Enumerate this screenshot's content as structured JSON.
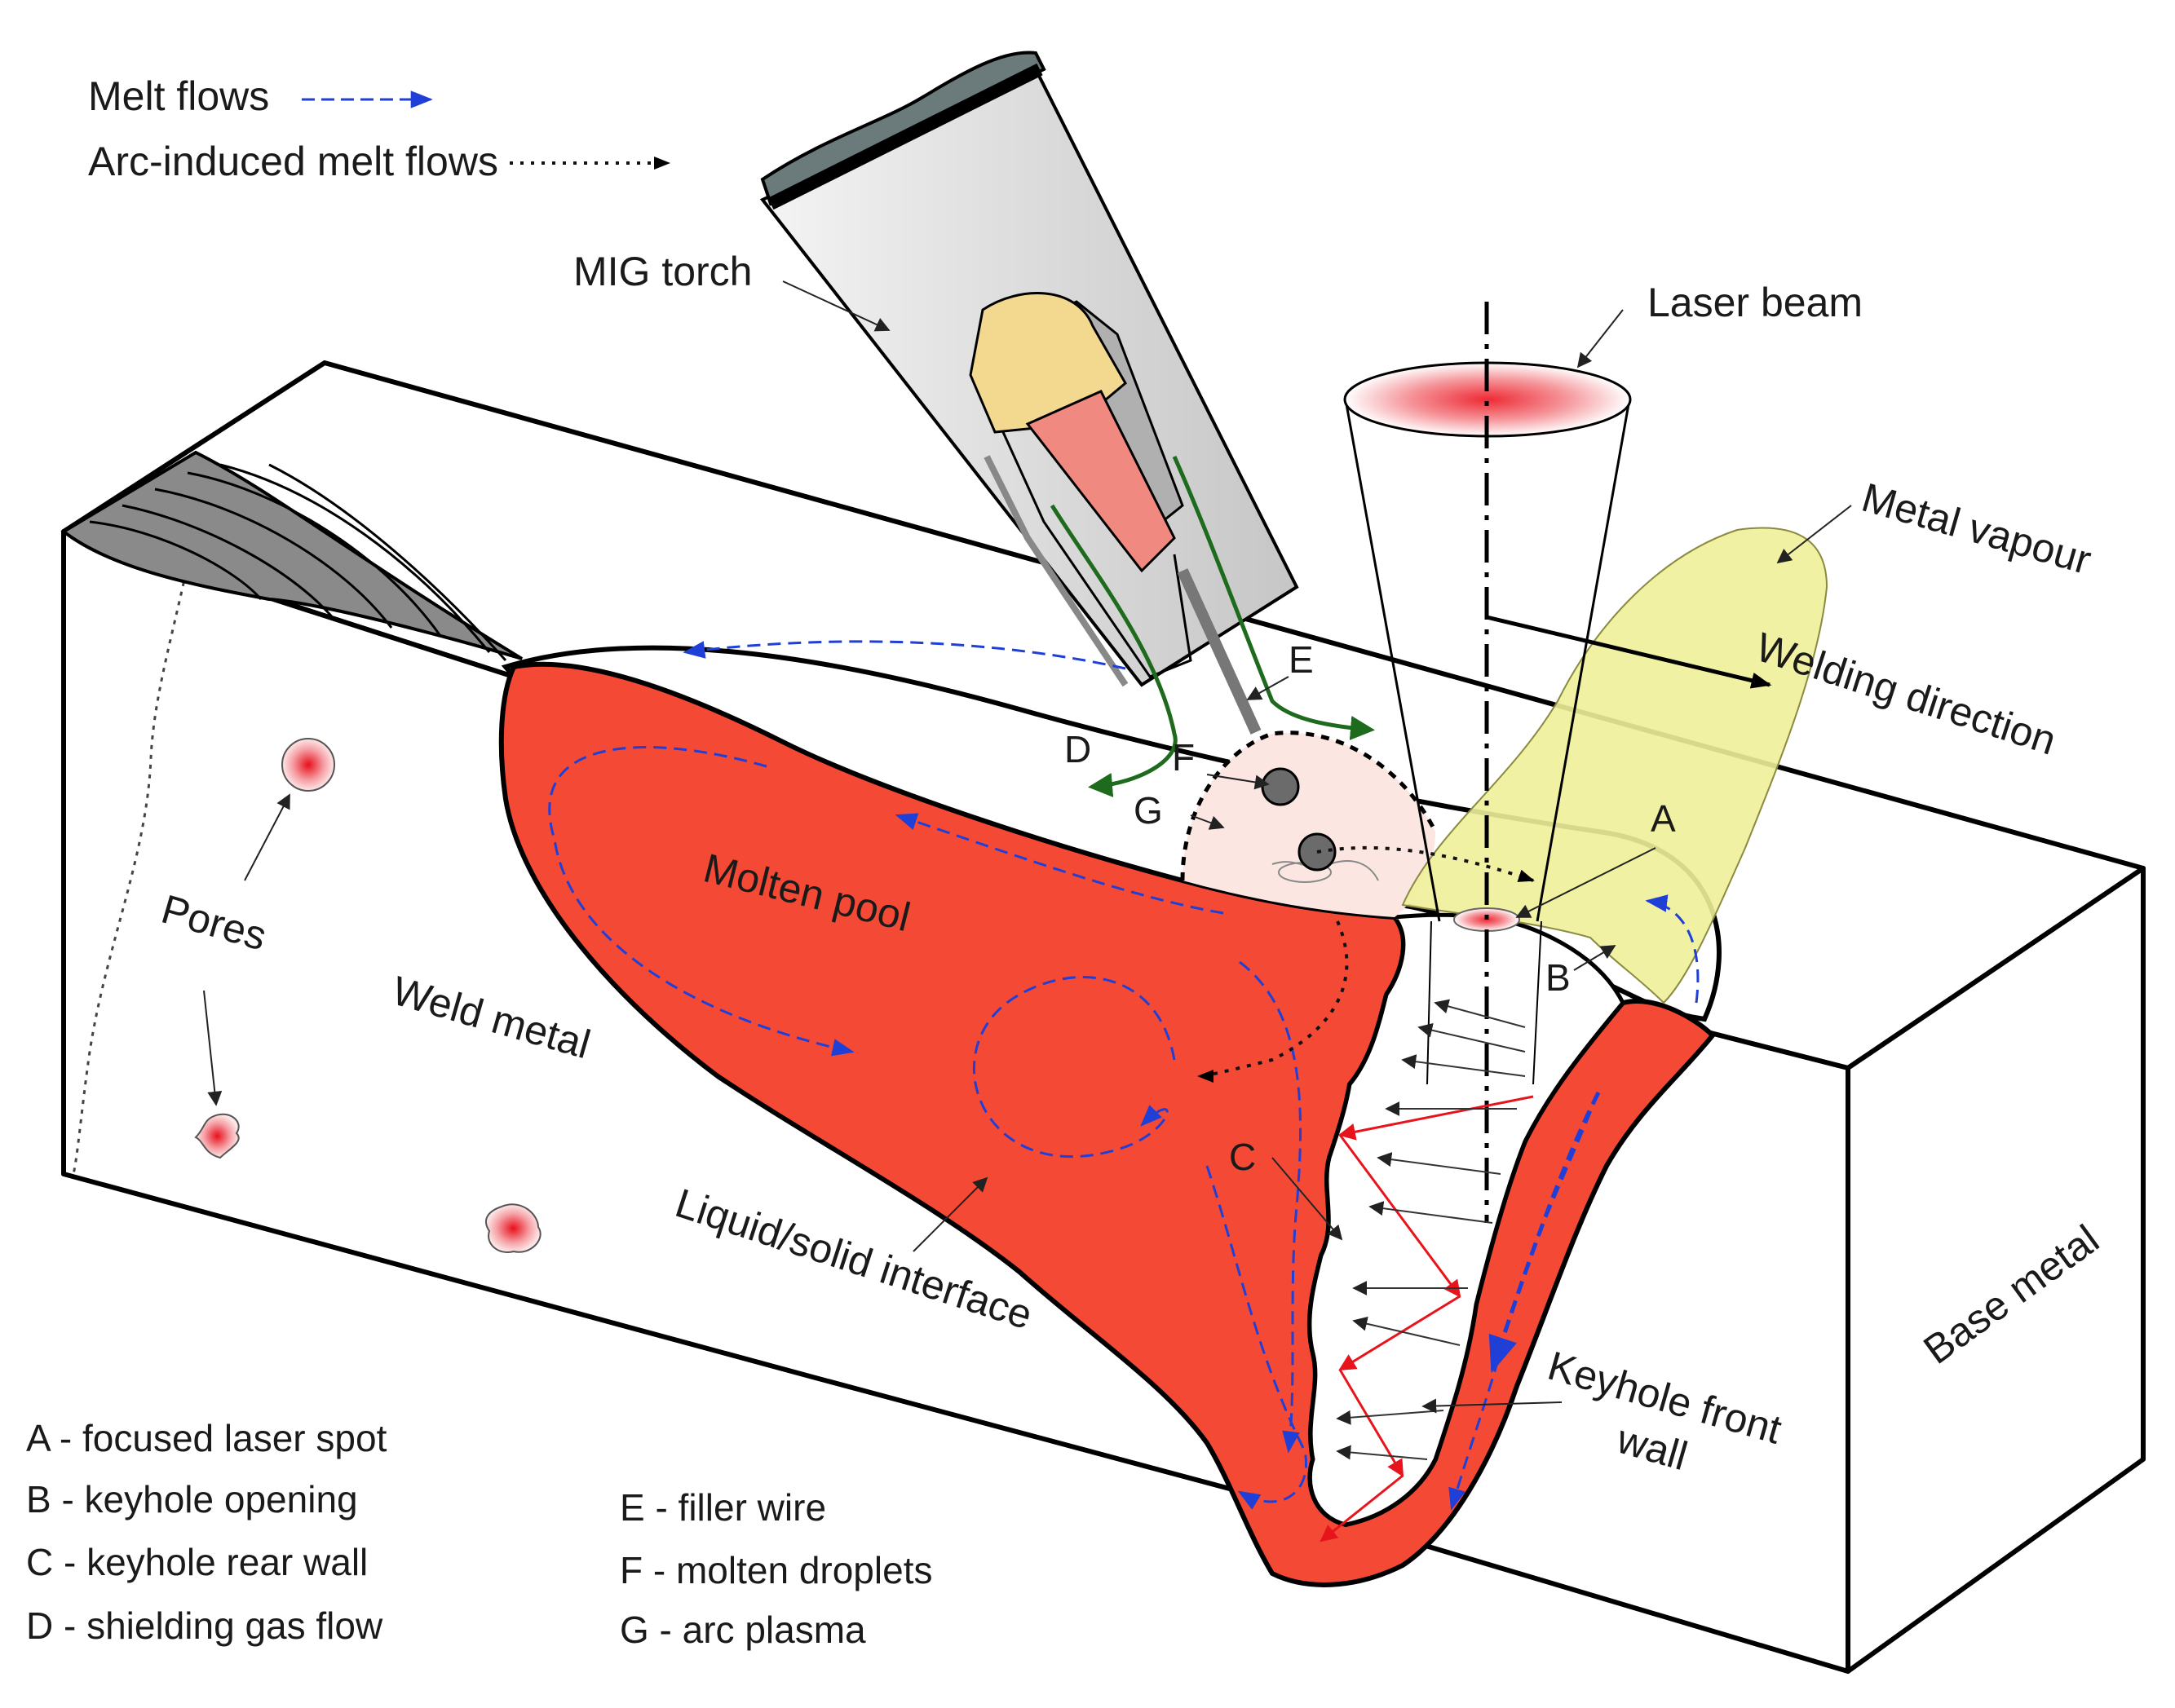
{
  "legend": {
    "melt_flows": "Melt flows",
    "arc_flows": "Arc-induced melt flows",
    "melt_color": "#1f3fd6",
    "arc_color": "#111111"
  },
  "labels": {
    "mig_torch": "MIG torch",
    "laser_beam": "Laser beam",
    "metal_vapour": "Metal vapour",
    "welding_direction": "Welding direction",
    "molten_pool": "Molten pool",
    "weld_metal": "Weld metal",
    "pores": "Pores",
    "liquid_solid": "Liquid/solid interface",
    "base_metal": "Base metal",
    "keyhole_front_1": "Keyhole front",
    "keyhole_front_2": "wall"
  },
  "letters": {
    "A": "A",
    "B": "B",
    "C": "C",
    "D": "D",
    "E": "E",
    "F": "F",
    "G": "G"
  },
  "key": [
    {
      "text": "A - focused laser spot"
    },
    {
      "text": "B - keyhole opening"
    },
    {
      "text": "C - keyhole rear wall"
    },
    {
      "text": "D - shielding gas flow"
    },
    {
      "text": "E - filler wire"
    },
    {
      "text": "F - molten droplets"
    },
    {
      "text": "G - arc plasma"
    }
  ],
  "colors": {
    "molten": "#f44a35",
    "vapour": "#f0ef9a",
    "shield_gas": "#1e6b1e",
    "laser_rays": "#e8141c"
  }
}
